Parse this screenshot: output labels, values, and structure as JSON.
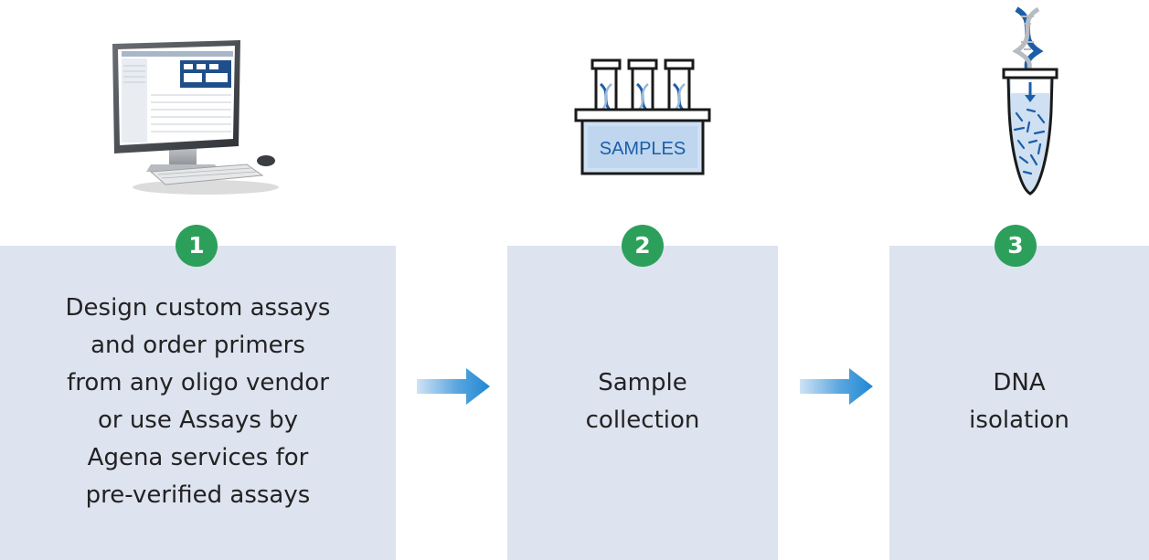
{
  "steps": [
    {
      "number": "1",
      "text": "Design custom assays\nand order primers\nfrom any oligo vendor\nor use Assays by\nAgena services for\npre-verified assays",
      "icon": "computer-icon"
    },
    {
      "number": "2",
      "text": "Sample\ncollection",
      "icon": "sample-rack-icon"
    },
    {
      "number": "3",
      "text": "DNA\nisolation",
      "icon": "dna-tube-icon"
    }
  ],
  "samples_label": "SAMPLES",
  "colors": {
    "box_bg": "#dde3ef",
    "badge": "#2ca05a",
    "arrow": "#1e88d2",
    "dna_blue": "#1b5ea8"
  }
}
